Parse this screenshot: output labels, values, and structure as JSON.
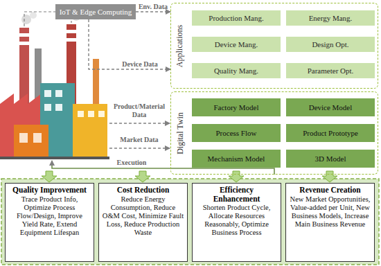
{
  "diagram": {
    "nodes": [
      {
        "text": [
          "IoT & Edge Computing"
        ]
      },
      {
        "text": [
          "Applications"
        ]
      },
      {
        "text": [
          "Production Mang."
        ],
        "in": 1
      },
      {
        "text": [
          "Energy Mang."
        ],
        "in": 1
      },
      {
        "text": [
          "Device Mang."
        ],
        "in": 1
      },
      {
        "text": [
          "Design Opt."
        ],
        "in": 1
      },
      {
        "text": [
          "Quality Mang."
        ],
        "in": 1
      },
      {
        "text": [
          "Parameter Opt."
        ],
        "in": 1
      },
      {
        "text": [
          "Digital Twin"
        ]
      },
      {
        "text": [
          "Factory Model"
        ],
        "in": 8
      },
      {
        "text": [
          "Device Model"
        ],
        "in": 8
      },
      {
        "text": [
          "Process Flow"
        ],
        "in": 8
      },
      {
        "text": [
          "Product Prototype"
        ],
        "in": 8
      },
      {
        "text": [
          "Mechanism Model"
        ],
        "in": 8
      },
      {
        "text": [
          "3D Model"
        ],
        "in": 8
      },
      {
        "text": [
          "Quality Improvement",
          "Trace Product Info, Optimize Process Flow/Design, Improve Yield Rate, Extend Equipment Lifespan"
        ]
      },
      {
        "text": [
          "Cost Reduction",
          "Reduce Energy Consumption, Reduce O&M Cost, Minimize Fault Loss, Reduce Production Waste"
        ]
      },
      {
        "text": [
          "Efficiency Enhancement",
          "Shorten Product Cycle, Allocate Resources Reasonably, Optimize Business Process"
        ]
      },
      {
        "text": [
          "Revenue Creation",
          "New Market Opportunities, Value-added per Unit, New Business Models, Increase Main Business Revenue"
        ]
      }
    ],
    "edges": [
      {
        "from": 0,
        "to": 1,
        "label": "Env. Data",
        "arrow": "to"
      },
      {
        "from": 0,
        "to": 1,
        "label": "Device Data",
        "arrow": "to"
      }
    ],
    "labels": [
      "Product/Material Data",
      "Market Data",
      "Execution"
    ]
  }
}
